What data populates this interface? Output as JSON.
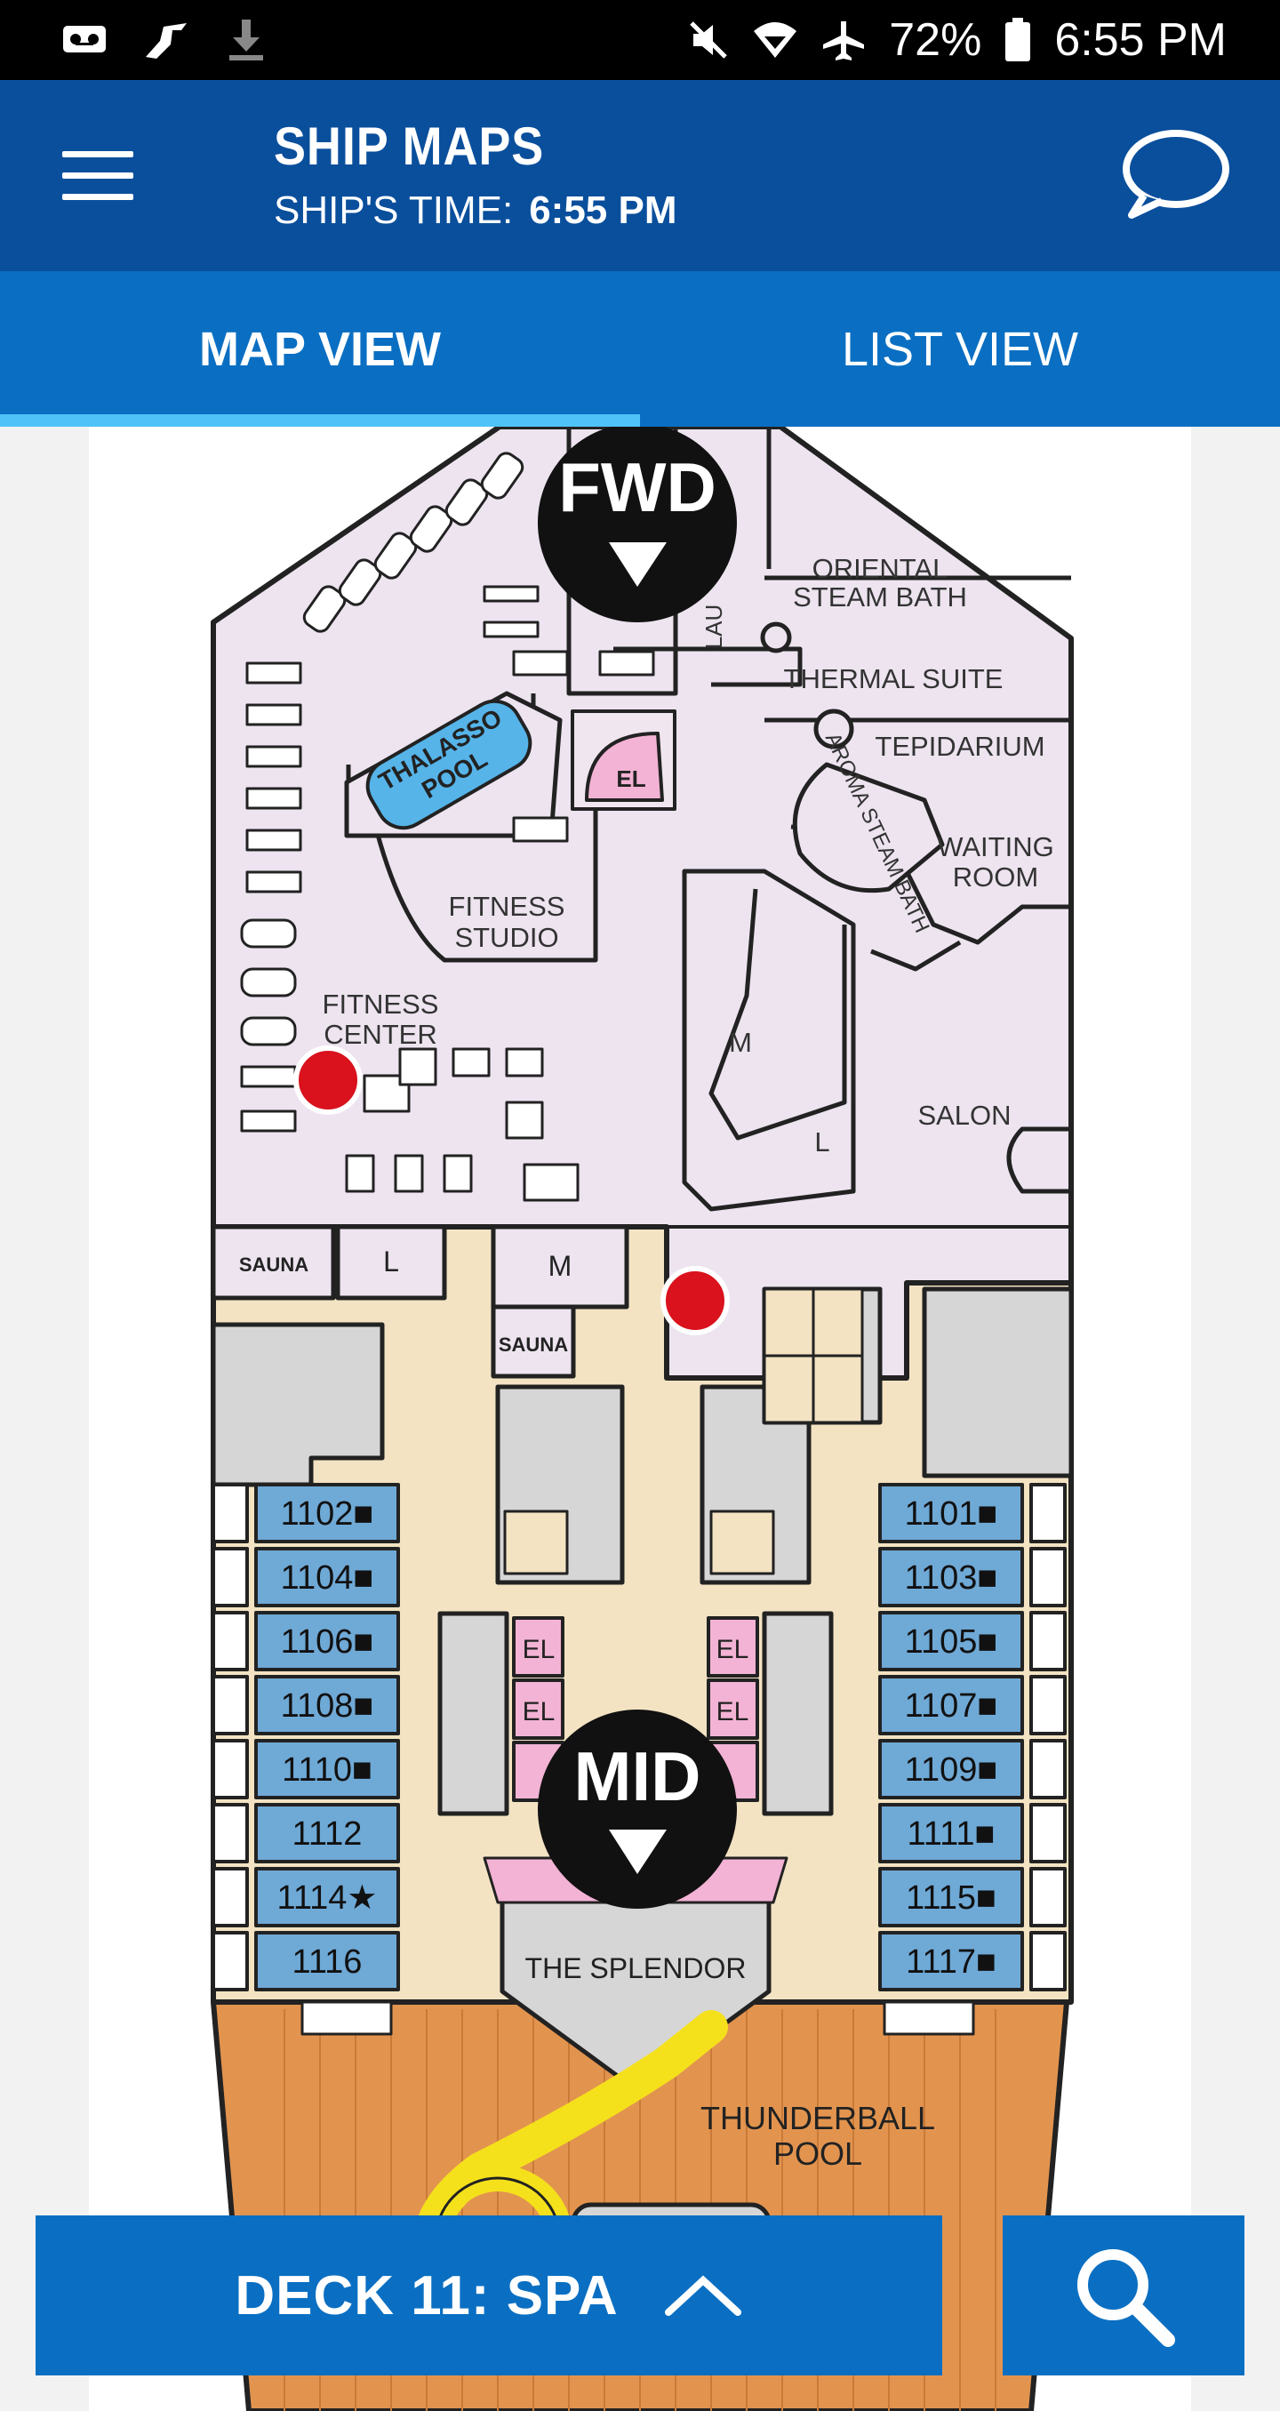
{
  "status_bar": {
    "battery": "72%",
    "time": "6:55 PM",
    "icons": [
      "voicemail-icon",
      "ship-icon",
      "download-icon",
      "mute-icon",
      "wifi-icon",
      "airplane-icon",
      "battery-icon"
    ]
  },
  "header": {
    "title": "SHIP MAPS",
    "time_label": "SHIP'S TIME:",
    "time_value": "6:55 PM"
  },
  "tabs": [
    {
      "label": "MAP VIEW",
      "active": true
    },
    {
      "label": "LIST VIEW",
      "active": false
    }
  ],
  "map": {
    "badges": {
      "fwd": "FWD",
      "mid": "MID"
    },
    "areas": {
      "oriental_1": "ORIENTAL",
      "oriental_2": "STEAM BATH",
      "thermal": "THERMAL SUITE",
      "tepidarium": "TEPIDARIUM",
      "aroma": "AROMA STEAM BATH",
      "waiting_1": "WAITING",
      "waiting_2": "ROOM",
      "thalasso_1": "THALASSO",
      "thalasso_2": "POOL",
      "studio_1": "FITNESS",
      "studio_2": "STUDIO",
      "center_1": "FITNESS",
      "center_2": "CENTER",
      "salon": "SALON",
      "sauna_1": "SAUNA",
      "sauna_2": "SAUNA",
      "m_1": "M",
      "m_2": "M",
      "l_1": "L",
      "l_2": "L",
      "lau": "LAU",
      "el": "EL",
      "splendor": "THE SPLENDOR",
      "thunder_1": "THUNDERBALL",
      "thunder_2": "POOL"
    },
    "cabins_left": [
      "1102■",
      "1104■",
      "1106■",
      "1108■",
      "1110■",
      "1112",
      "1114★",
      "1116"
    ],
    "cabins_right": [
      "1101■",
      "1103■",
      "1105■",
      "1107■",
      "1109■",
      "1111■",
      "1115■",
      "1117■"
    ]
  },
  "bottom_bar": {
    "deck_label": "DECK 11: SPA"
  },
  "colors": {
    "header_bg": "#0a4f9c",
    "tab_bg": "#0a6fc2",
    "tab_indicator": "#4fc3f7",
    "spa_area": "#ede4f0",
    "corridor": "#f3e3c3",
    "cabin": "#6fa9d6",
    "deck_wood": "#e2944f",
    "marker": "#d9121d"
  }
}
